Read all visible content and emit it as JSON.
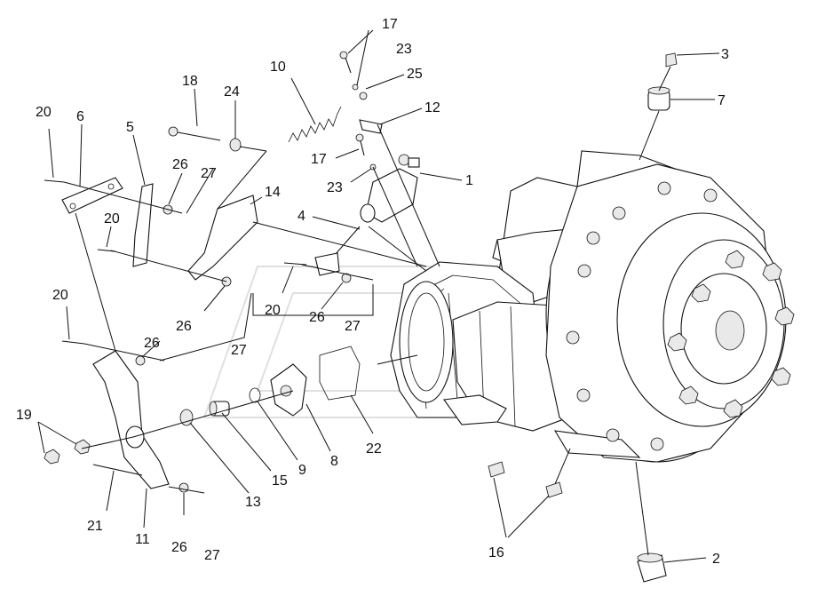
{
  "callouts": [
    {
      "id": "c1",
      "text": "1"
    },
    {
      "id": "c2",
      "text": "2"
    },
    {
      "id": "c3",
      "text": "3"
    },
    {
      "id": "c4",
      "text": "4"
    },
    {
      "id": "c5",
      "text": "5"
    },
    {
      "id": "c6",
      "text": "6"
    },
    {
      "id": "c7",
      "text": "7"
    },
    {
      "id": "c8",
      "text": "8"
    },
    {
      "id": "c9",
      "text": "9"
    },
    {
      "id": "c10",
      "text": "10"
    },
    {
      "id": "c11",
      "text": "11"
    },
    {
      "id": "c12",
      "text": "12"
    },
    {
      "id": "c13",
      "text": "13"
    },
    {
      "id": "c14",
      "text": "14"
    },
    {
      "id": "c15",
      "text": "15"
    },
    {
      "id": "c16",
      "text": "16"
    },
    {
      "id": "c17a",
      "text": "17"
    },
    {
      "id": "c17b",
      "text": "17"
    },
    {
      "id": "c18",
      "text": "18"
    },
    {
      "id": "c19",
      "text": "19"
    },
    {
      "id": "c20a",
      "text": "20"
    },
    {
      "id": "c20b",
      "text": "20"
    },
    {
      "id": "c20c",
      "text": "20"
    },
    {
      "id": "c20d",
      "text": "20"
    },
    {
      "id": "c21",
      "text": "21"
    },
    {
      "id": "c22",
      "text": "22"
    },
    {
      "id": "c23a",
      "text": "23"
    },
    {
      "id": "c23b",
      "text": "23"
    },
    {
      "id": "c24",
      "text": "24"
    },
    {
      "id": "c25",
      "text": "25"
    },
    {
      "id": "c26a",
      "text": "26"
    },
    {
      "id": "c26b",
      "text": "26"
    },
    {
      "id": "c26c",
      "text": "26"
    },
    {
      "id": "c26d",
      "text": "26"
    },
    {
      "id": "c26e",
      "text": "26"
    },
    {
      "id": "c27a",
      "text": "27"
    },
    {
      "id": "c27b",
      "text": "27"
    },
    {
      "id": "c27c",
      "text": "27"
    },
    {
      "id": "c27d",
      "text": "27"
    }
  ]
}
